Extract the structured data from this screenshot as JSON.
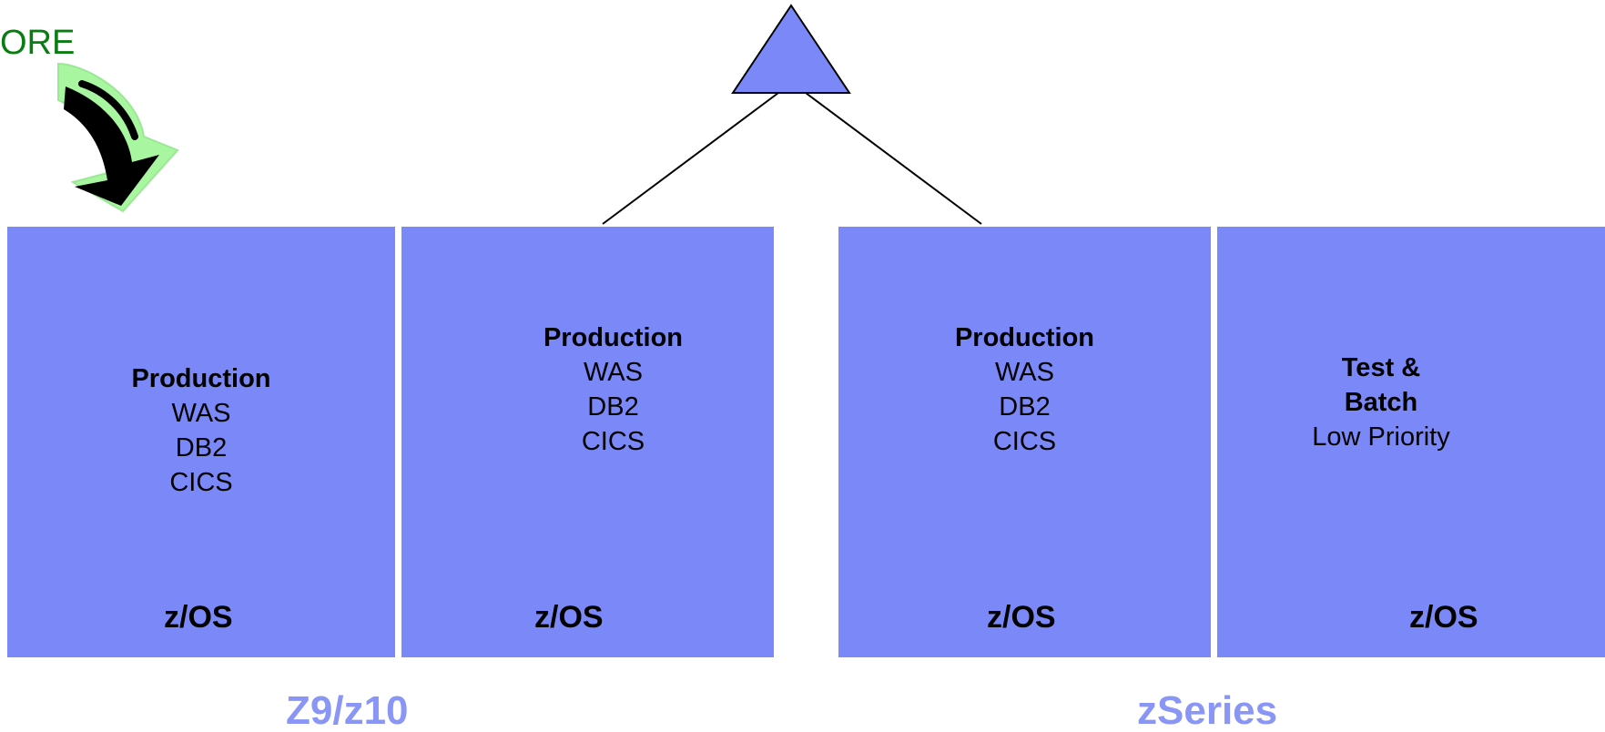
{
  "top_label": "ORE",
  "arrow_icon": "curved-arrow-down-icon",
  "colors": {
    "lpar_fill": "#7b88f8",
    "machine_label": "#8a96f5",
    "top_label": "#0a7d12",
    "arrow_fill": "#a8f7a0",
    "arrow_stroke": "#000000"
  },
  "lpars": [
    {
      "heading": "Production",
      "lines": [
        "WAS",
        "DB2",
        "CICS"
      ],
      "os": "z/OS"
    },
    {
      "heading": "Production",
      "lines": [
        "WAS",
        "DB2",
        "CICS"
      ],
      "os": "z/OS"
    },
    {
      "heading": "Production",
      "lines": [
        "WAS",
        "DB2",
        "CICS"
      ],
      "os": "z/OS"
    },
    {
      "heading": "Test & Batch",
      "heading_lines": [
        "Test &",
        "Batch"
      ],
      "lines": [
        "Low Priority"
      ],
      "os": "z/OS"
    }
  ],
  "machines": [
    {
      "label": "Z9/z10"
    },
    {
      "label": "zSeries"
    }
  ]
}
